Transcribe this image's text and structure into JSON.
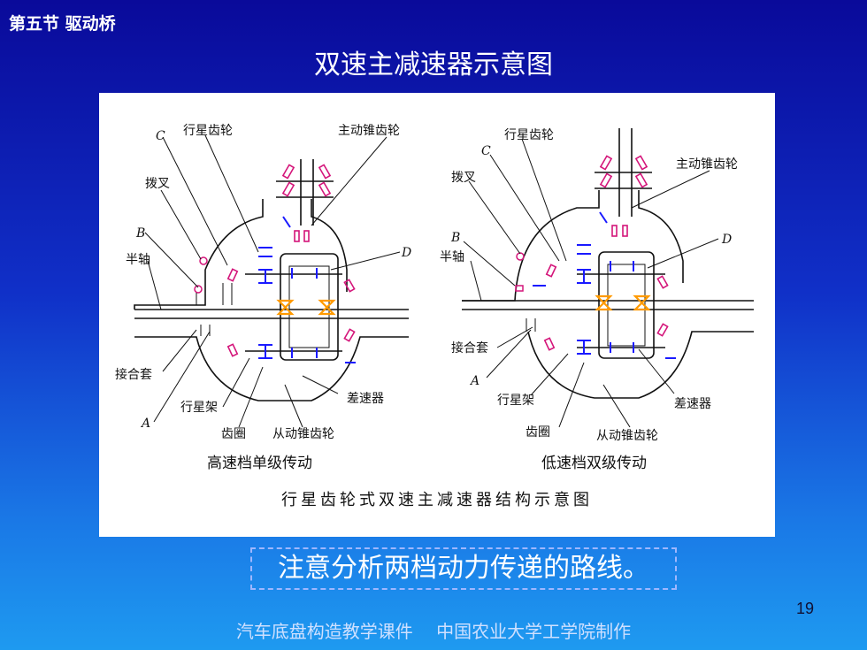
{
  "header": {
    "section": "第五节 驱动桥",
    "title": "双速主减速器示意图"
  },
  "figure": {
    "left_labels": {
      "C": "C",
      "planet_gear": "行星齿轮",
      "drive_bevel": "主动锥齿轮",
      "fork": "拨叉",
      "B": "B",
      "half_shaft": "半轴",
      "D": "D",
      "sleeve": "接合套",
      "carrier": "行星架",
      "A": "A",
      "differential": "差速器",
      "ring_gear": "齿圈",
      "driven_bevel": "从动锥齿轮",
      "caption": "高速档单级传动"
    },
    "right_labels": {
      "planet_gear": "行星齿轮",
      "C": "C",
      "drive_bevel": "主动锥齿轮",
      "fork": "拨叉",
      "B": "B",
      "D": "D",
      "half_shaft": "半轴",
      "sleeve": "接合套",
      "A": "A",
      "carrier": "行星架",
      "differential": "差速器",
      "ring_gear": "齿圈",
      "driven_bevel": "从动锥齿轮",
      "caption": "低速档双级传动"
    },
    "main_caption": "行星齿轮式双速主减速器结构示意图"
  },
  "note": "注意分析两档动力传递的路线。",
  "page_number": "19",
  "footer": {
    "left": "汽车底盘构造教学课件",
    "right": "中国农业大学工学院制作"
  },
  "colors": {
    "accent_blue": "#1a1aff",
    "accent_pink": "#d4157a",
    "accent_orange": "#ff9a00"
  }
}
